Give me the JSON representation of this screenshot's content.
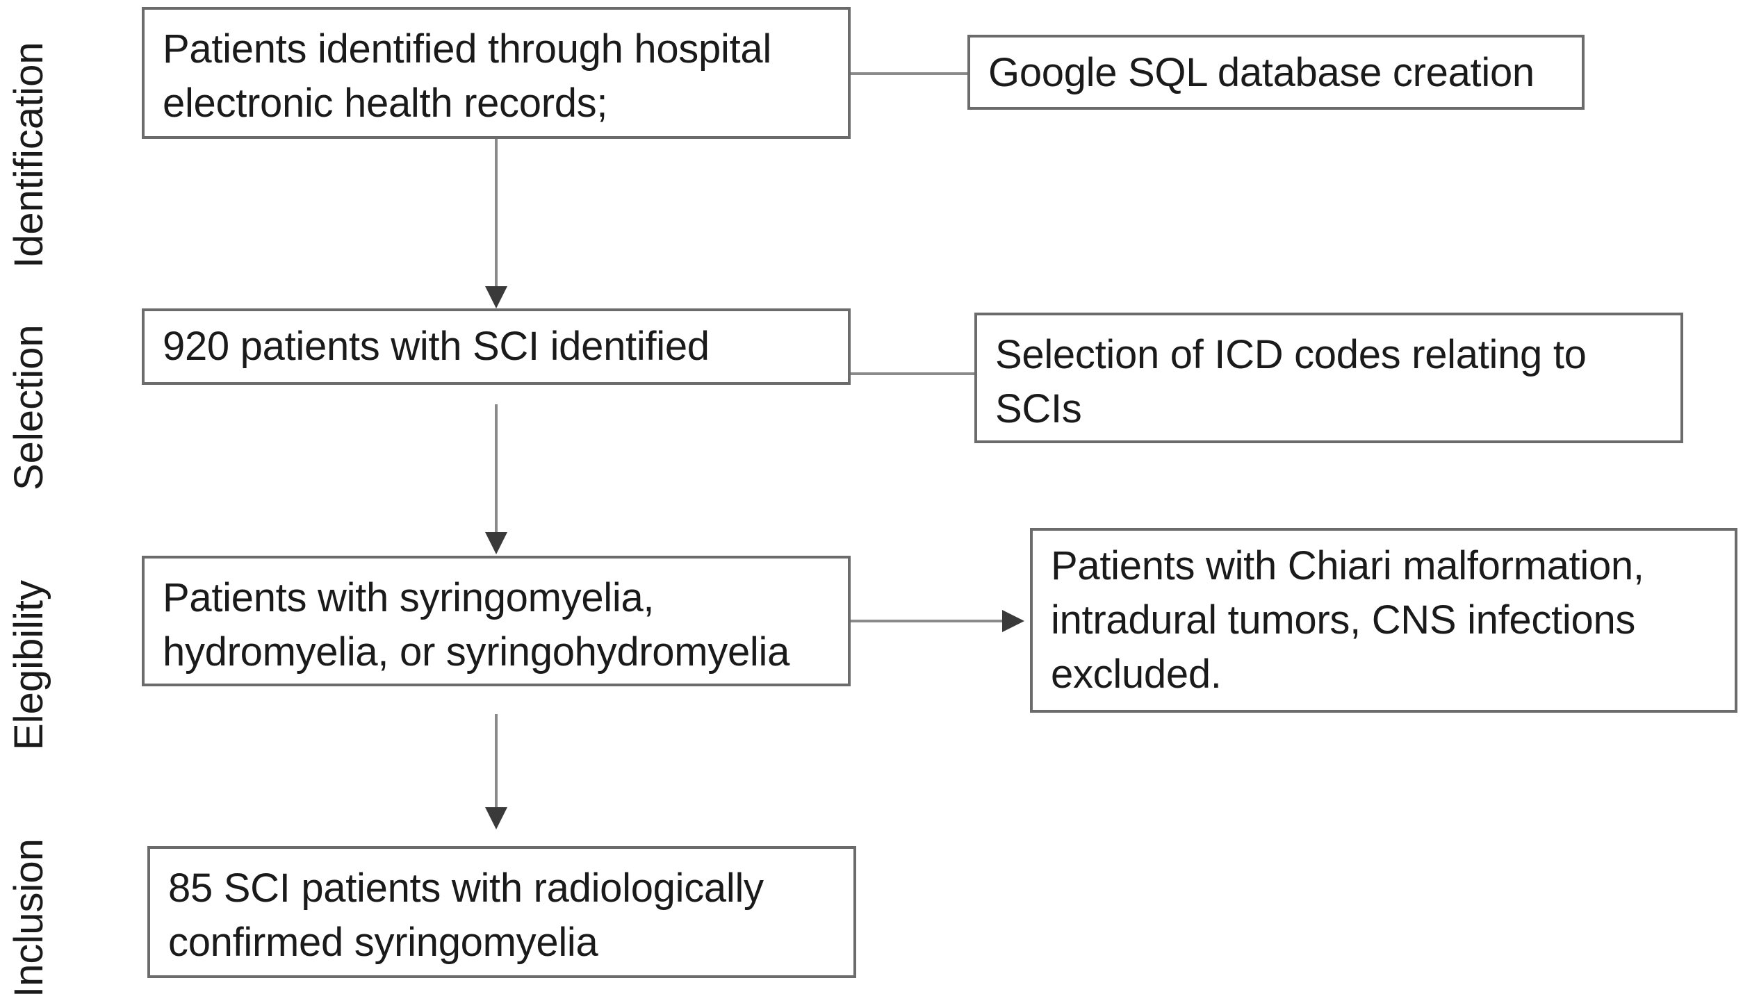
{
  "stages": [
    {
      "id": "identification",
      "label": "Identification"
    },
    {
      "id": "selection",
      "label": "Selection"
    },
    {
      "id": "eligibility",
      "label": "Elegibility"
    },
    {
      "id": "inclusion",
      "label": "Inclusion"
    }
  ],
  "main_boxes": {
    "identified": "Patients identified through hospital\nelectronic health records;",
    "sci": "920 patients with SCI identified",
    "syringomyelia": "Patients with syringomyelia,\nhydromyelia, or syringohydromyelia",
    "confirmed": "85 SCI patients with radiologically\nconfirmed syringomyelia"
  },
  "side_boxes": {
    "database": "Google SQL database creation",
    "icd": "Selection of ICD codes relating to\nSCIs",
    "excluded": "Patients with Chiari malformation,\nintradural tumors, CNS infections\nexcluded."
  },
  "colors": {
    "border": "#6b6b6b",
    "line": "#8a8a8a",
    "arrow": "#3a3a3a",
    "text": "#1a1a1a"
  }
}
